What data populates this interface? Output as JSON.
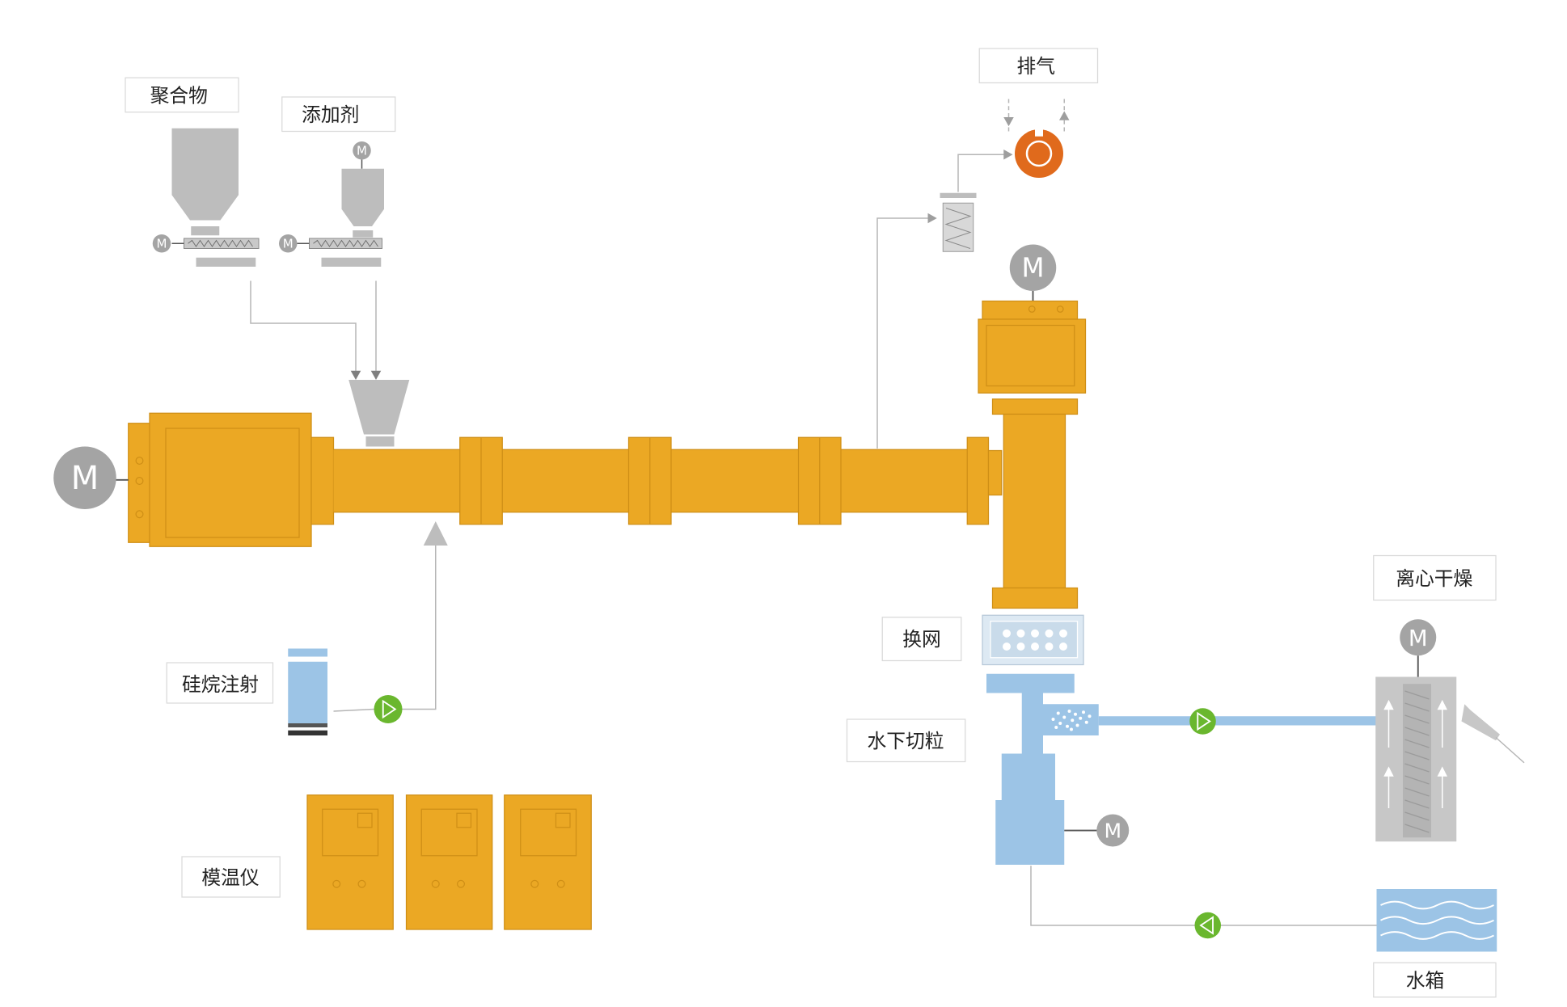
{
  "colors": {
    "extruder": "#eba824",
    "extruder_edge": "#cf8f16",
    "gray_part": "#bdbdbd",
    "motor": "#a4a4a4",
    "vent_orange": "#e06a1c",
    "water_blue": "#9cc4e6",
    "pump_green": "#6ab72e",
    "line_gray": "#b5b5b5"
  },
  "motor_symbol": "M",
  "labels": {
    "polymer": "聚合物",
    "additive": "添加剂",
    "vent": "排气",
    "silane_injection": "硅烷注射",
    "mold_temp_controller": "模温仪",
    "screen_changer": "换网",
    "underwater_pelletizing": "水下切粒",
    "centrifugal_dryer": "离心干燥",
    "water_tank": "水箱"
  }
}
